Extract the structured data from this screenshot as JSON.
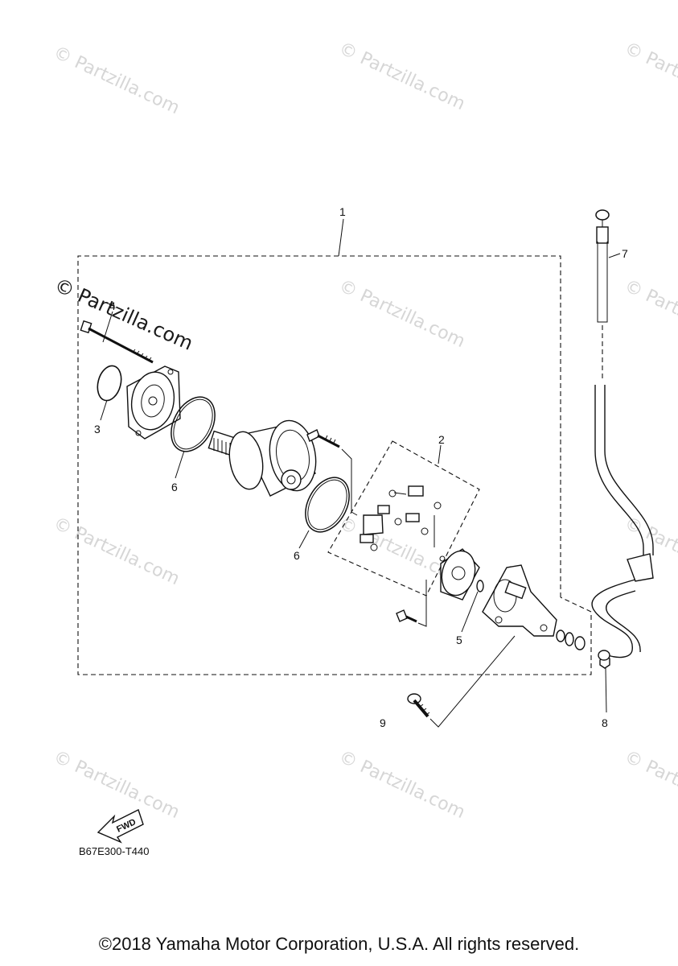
{
  "watermark": {
    "text": "© Partzilla.com"
  },
  "callouts": [
    {
      "id": "1",
      "label": "1"
    },
    {
      "id": "2",
      "label": "2"
    },
    {
      "id": "3",
      "label": "3"
    },
    {
      "id": "4",
      "label": "4"
    },
    {
      "id": "5",
      "label": "5"
    },
    {
      "id": "6a",
      "label": "6"
    },
    {
      "id": "6b",
      "label": "6"
    },
    {
      "id": "7",
      "label": "7"
    },
    {
      "id": "8",
      "label": "8"
    },
    {
      "id": "9",
      "label": "9"
    }
  ],
  "fwd_label": "FWD",
  "diagram_code": "B67E300-T440",
  "copyright": "©2018 Yamaha Motor Corporation, U.S.A. All rights reserved."
}
